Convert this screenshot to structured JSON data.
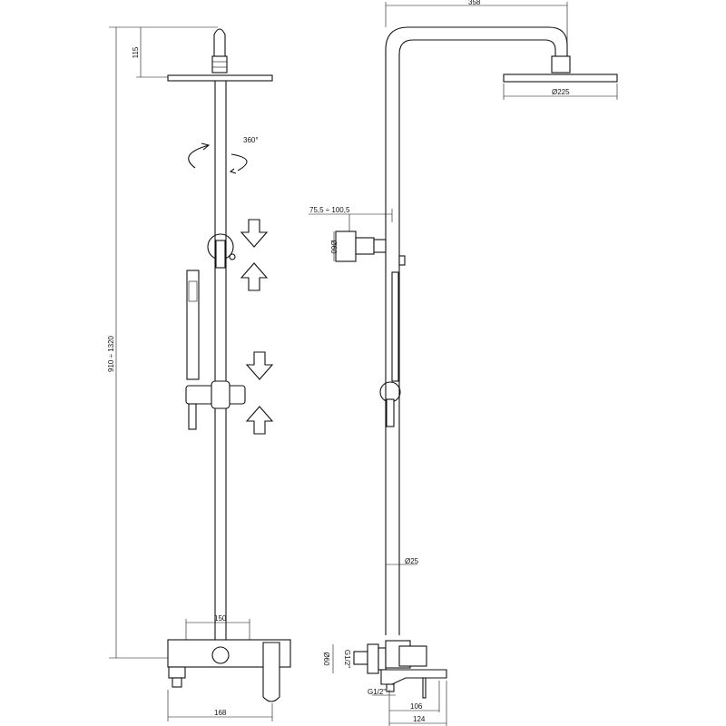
{
  "front_view": {
    "dim_head_height": "115",
    "rotation": "360°",
    "dim_total_height": "910 ÷ 1320",
    "dim_mixer_centers": "150",
    "dim_mixer_width": "168"
  },
  "side_view": {
    "dim_arm_length": "358",
    "dim_head_diameter": "Ø225",
    "dim_wall_offset": "75,5 ÷ 100,5",
    "dim_bracket_diameter": "Ø60",
    "dim_pipe_diameter": "Ø25",
    "dim_mixer_flange": "Ø60",
    "thread_inlet": "G1/2\"",
    "thread_outlet": "G1/2\"",
    "dim_spout_106": "106",
    "dim_spout_124": "124"
  }
}
